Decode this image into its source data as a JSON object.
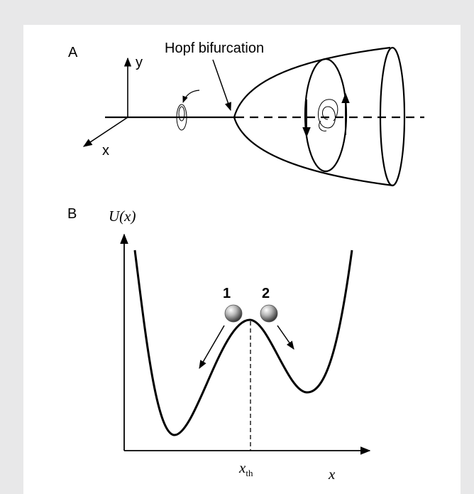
{
  "panel_a": {
    "label": "A",
    "axis_y": "y",
    "axis_x": "x",
    "annotation": "Hopf bifurcation"
  },
  "panel_b": {
    "label": "B",
    "ylabel": "U(x)",
    "xlabel": "x",
    "threshold_main": "x",
    "threshold_sub": "th",
    "state_1": "1",
    "state_2": "2"
  }
}
